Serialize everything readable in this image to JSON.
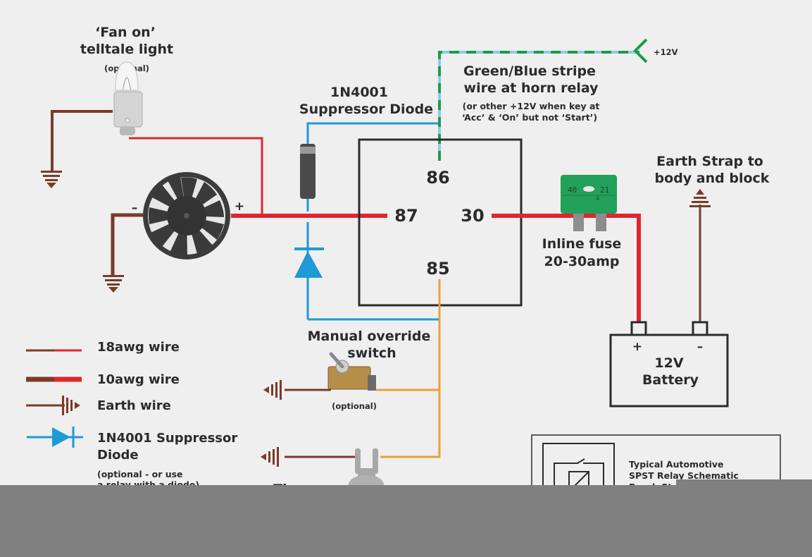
{
  "colors": {
    "background": "#efefef",
    "wire_10awg_red": "#e0262f",
    "wire_18awg_red": "#e0262f",
    "earth_brown": "#7a3b2a",
    "diode_blue": "#1e9ad6",
    "trigger_green": "#1f9a4a",
    "trigger_light_blue": "#8ccbe8",
    "switch_orange": "#e8a03a",
    "outline_dark": "#2b2b2b",
    "fuse_green": "#23a05a",
    "overlay_gray": "#808080"
  },
  "components": {
    "telltale": {
      "title_line1": "‘Fan on’",
      "title_line2": "telltale light",
      "note": "(optional)"
    },
    "fan": {
      "minus": "–",
      "plus": "+"
    },
    "diode": {
      "title_line1": "1N4001",
      "title_line2": "Suppressor Diode"
    },
    "trigger": {
      "title_line1": "Green/Blue stripe",
      "title_line2": "wire at horn relay",
      "note_line1": "(or other +12V when key at",
      "note_line2": "‘Acc’ & ‘On’ but not ‘Start’)",
      "supply_label": "+12V"
    },
    "relay": {
      "pin_86": "86",
      "pin_87": "87",
      "pin_30": "30",
      "pin_85": "85"
    },
    "fuse": {
      "label_line1": "Inline fuse",
      "label_line2": "20-30amp",
      "marking_left": "40",
      "marking_right": "21",
      "marking_small": "4"
    },
    "earth_strap": {
      "label_line1": "Earth Strap to",
      "label_line2": "body and block"
    },
    "battery": {
      "plus": "+",
      "minus": "–",
      "label_line1": "12V",
      "label_line2": "Battery"
    },
    "override_switch": {
      "title_line1": "Manual override",
      "title_line2": "switch",
      "note": "(optional)"
    },
    "thermo_switch": {
      "partial_label": "Th"
    },
    "schematic_box": {
      "line1": "Typical Automotive",
      "line2": "SPST Relay Schematic",
      "line3_partial": "Bosch St"
    }
  },
  "legend": {
    "items": [
      {
        "label": "18awg wire",
        "symbol": "thin-wire"
      },
      {
        "label": "10awg wire",
        "symbol": "thick-wire"
      },
      {
        "label": "Earth wire",
        "symbol": "earth"
      },
      {
        "label_line1": "1N4001 Suppressor",
        "label_line2": "Diode",
        "note_line1": "(optional - or use",
        "note_line2": "a relay with a diode)",
        "symbol": "diode"
      }
    ]
  }
}
